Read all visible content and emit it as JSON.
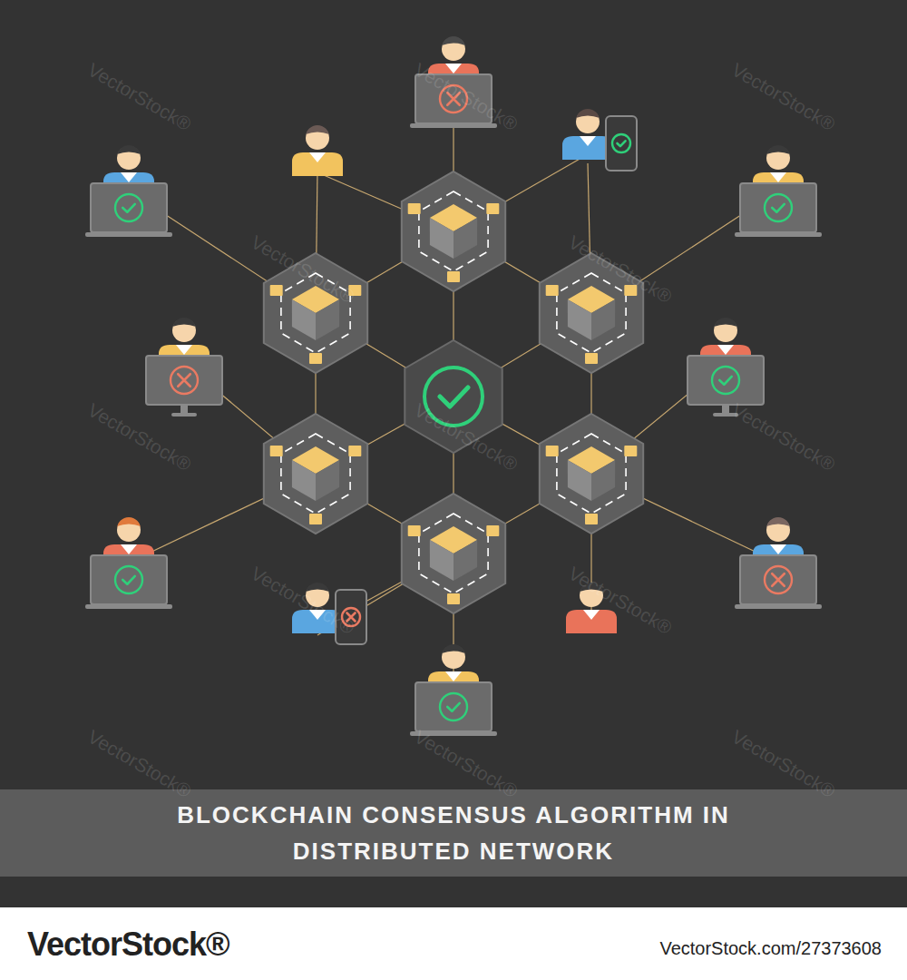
{
  "diagram": {
    "title": "BLOCKCHAIN CONSENSUS ALGORITHM IN DISTRIBUTED NETWORK",
    "labels": [
      "VectorStock®",
      "VectorStock.com/27373608",
      "VectorStock®",
      "VectorStock®",
      "VectorStock®",
      "VectorStock®",
      "VectorStock®",
      "VectorStock®",
      "VectorStock®",
      "VectorStock®",
      "VectorStock®",
      "VectorStock®",
      "VectorStock®",
      "VectorStock®",
      "VectorStock®"
    ]
  }
}
